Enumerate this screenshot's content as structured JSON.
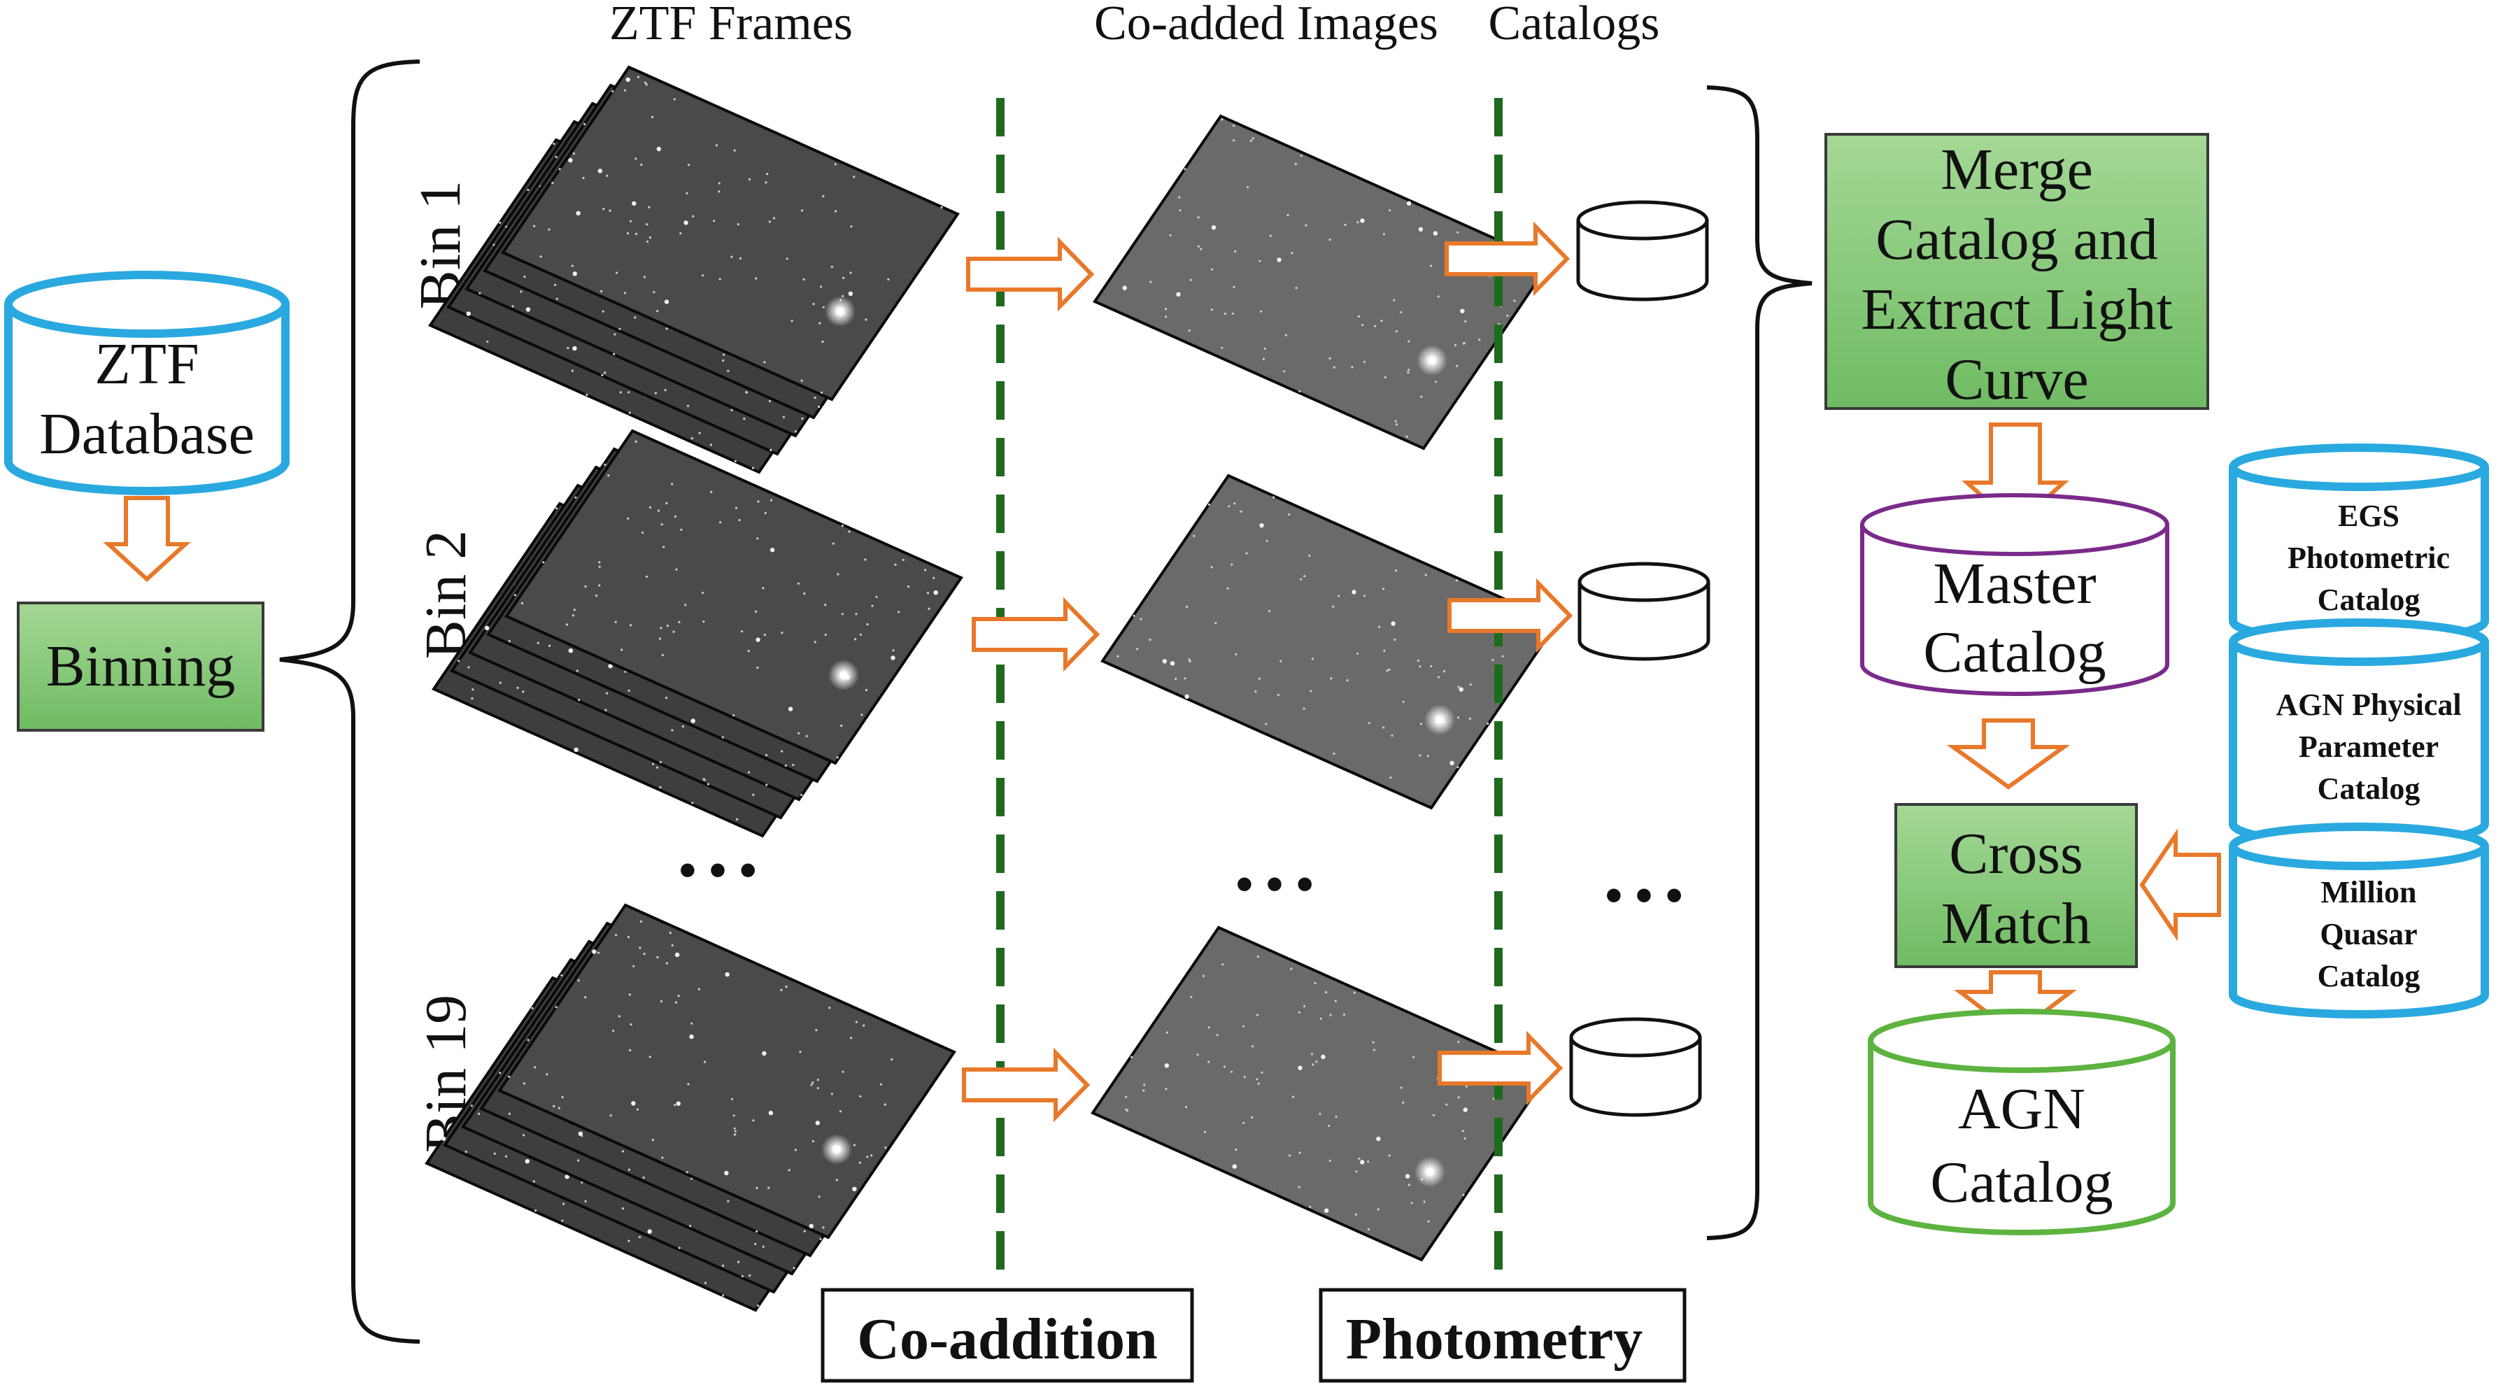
{
  "columns": {
    "frames": "ZTF Frames",
    "coadded": "Co-added Images",
    "catalogs": "Catalogs"
  },
  "bins": [
    "Bin 1",
    "Bin 2",
    "Bin 19"
  ],
  "ellipsis": "• • •",
  "database": {
    "line1": "ZTF",
    "line2": "Database"
  },
  "binning": "Binning",
  "stages": {
    "coaddition": "Co-addition",
    "photometry": "Photometry"
  },
  "merge": [
    "Merge",
    "Catalog and",
    "Extract Light",
    "Curve"
  ],
  "master": [
    "Master",
    "Catalog"
  ],
  "cross": [
    "Cross",
    "Match"
  ],
  "agn": [
    "AGN",
    "Catalog"
  ],
  "external": {
    "egs": [
      "EGS",
      "Photometric",
      "Catalog"
    ],
    "agn_phys": [
      "AGN Physical",
      "Parameter",
      "Catalog"
    ],
    "quasar": [
      "Million",
      "Quasar",
      "Catalog"
    ]
  },
  "colors": {
    "arrow": "#e8782a",
    "green_fill": "#8ccc80",
    "green_dash": "#1e6b1e",
    "blue": "#29a9e0",
    "purple": "#7a2a8a",
    "agn_green": "#5db33f"
  }
}
